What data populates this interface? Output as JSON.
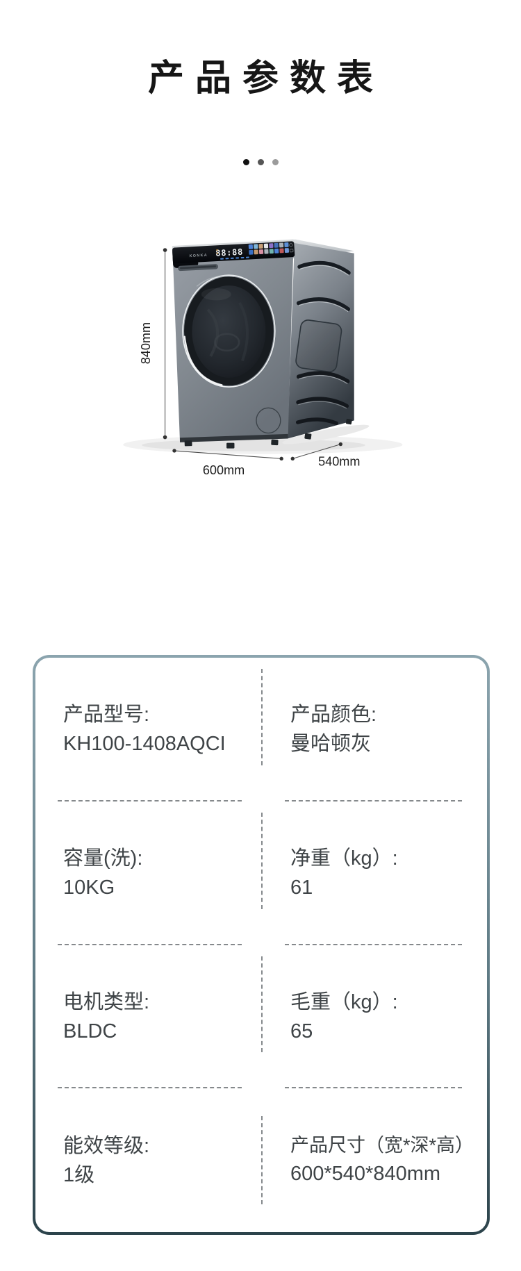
{
  "page": {
    "title": "产品参数表",
    "background": "#ffffff"
  },
  "carousel": {
    "dots": [
      {
        "state": "active",
        "color": "#111111"
      },
      {
        "state": "inactive",
        "color": "#555555"
      },
      {
        "state": "inactive",
        "color": "#9b9b9b"
      }
    ]
  },
  "product": {
    "brand": "KONKA",
    "display_time": "88:88",
    "dimensions": {
      "height": "840mm",
      "width": "600mm",
      "depth": "540mm"
    },
    "body_color_hex": "#7d848c",
    "panel_color_hex": "#0e1114"
  },
  "spec_table": {
    "border_gradient_top": "#8ba4ae",
    "border_gradient_bottom": "#2c434b",
    "rows": [
      {
        "left": {
          "label": "产品型号:",
          "value": "KH100-1408AQCI"
        },
        "right": {
          "label": "产品颜色:",
          "value": "曼哈顿灰"
        }
      },
      {
        "left": {
          "label": "容量(洗):",
          "value": "10KG"
        },
        "right": {
          "label": "净重（kg）:",
          "value": "61"
        }
      },
      {
        "left": {
          "label": "电机类型:",
          "value": "BLDC"
        },
        "right": {
          "label": "毛重（kg）:",
          "value": "65"
        }
      },
      {
        "left": {
          "label": "能效等级:",
          "value": "1级"
        },
        "right": {
          "label": "产品尺寸（宽*深*高）",
          "value": "600*540*840mm"
        }
      }
    ]
  }
}
